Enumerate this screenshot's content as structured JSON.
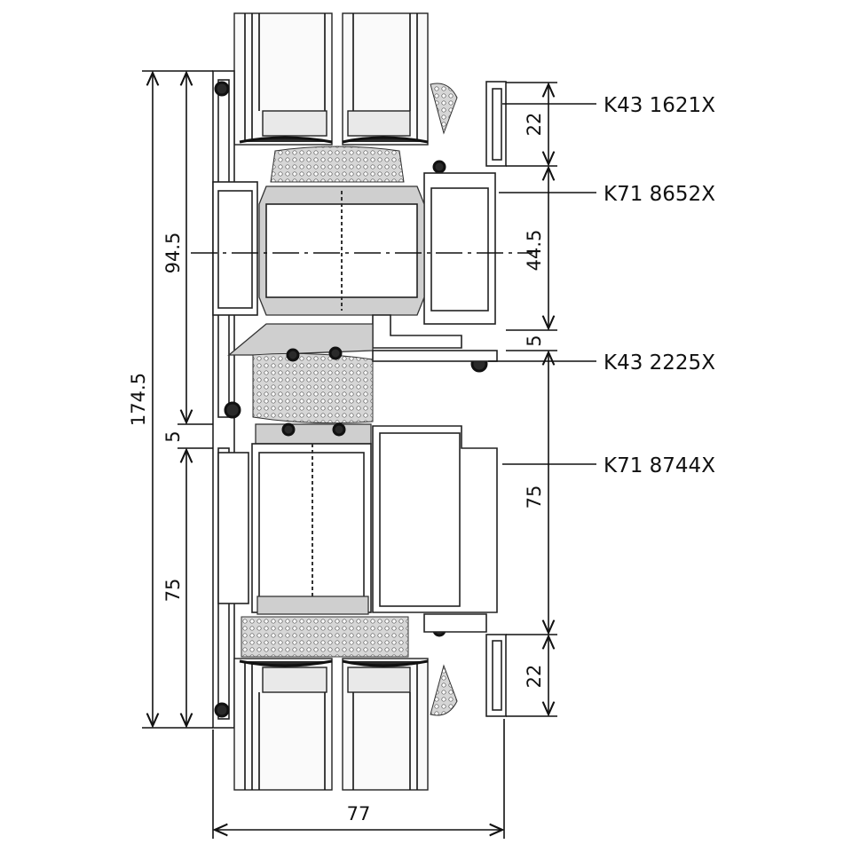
{
  "title": "Window section drawing",
  "profiles": [
    {
      "code": "K43 1621X"
    },
    {
      "code": "K71 8652X"
    },
    {
      "code": "K43 2225X"
    },
    {
      "code": "K71 8744X"
    }
  ],
  "dimensions": {
    "left_total": "174.5",
    "left_upper": "94.5",
    "left_gap": "5",
    "left_lower": "75",
    "right_top": "22",
    "right_upper": "44.5",
    "right_gap": "5",
    "right_lower": "75",
    "right_bottom": "22",
    "width": "77"
  }
}
